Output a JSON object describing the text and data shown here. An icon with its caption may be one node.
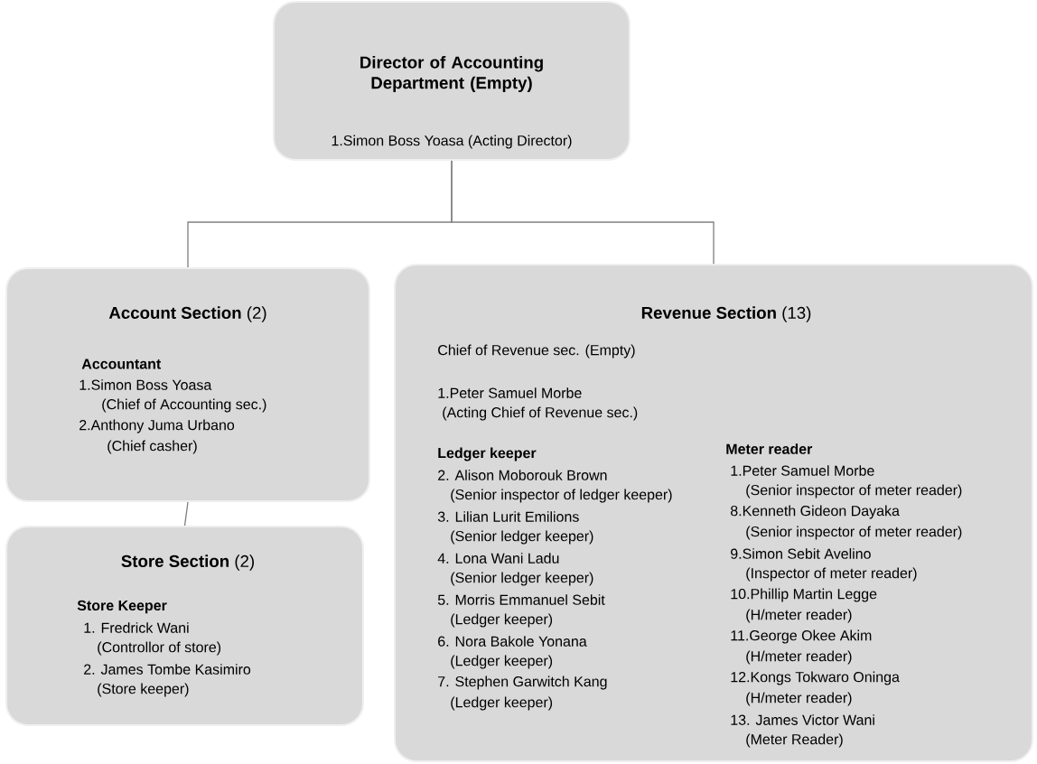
{
  "diagram": {
    "nodes": [
      {
        "text": [
          "Director of Accounting Department (Empty)",
          "1.Simon Boss Yoasa (Acting Director)"
        ]
      },
      {
        "text": [
          "**Account Section** (2)",
          "Accountant",
          "1.Simon Boss Yoasa",
          "(Chief of Accounting sec.)",
          "2.Anthony Juma Urbano",
          "(Chief casher)"
        ]
      },
      {
        "text": [
          "**Store Section** (2)",
          "Store Keeper",
          "1. Fredrick Wani",
          "(Controllor of store)",
          "2. James Tombe Kasimiro",
          "(Store keeper)"
        ]
      },
      {
        "text": [
          "**Revenue Section** (13)",
          "Chief of Revenue sec. (Empty)",
          "1.Peter Samuel Morbe",
          "(Acting Chief of Revenue sec.)",
          "Ledger keeper",
          "2. Alison Moborouk Brown",
          "(Senior inspector of ledger keeper)",
          "3. Lilian Lurit Emilions",
          "(Senior ledger keeper)",
          "4. Lona Wani Ladu",
          "(Senior ledger keeper)",
          "5. Morris Emmanuel Sebit",
          "(Ledger keeper)",
          "6. Nora Bakole Yonana",
          "(Ledger keeper)",
          "7. Stephen Garwitch Kang",
          "(Ledger keeper)",
          "Meter reader",
          "1.Peter Samuel Morbe",
          "(Senior inspector of meter reader)",
          "8.Kenneth Gideon Dayaka",
          "(Senior inspector of meter reader)",
          "9.Simon Sebit Avelino",
          "(Inspector of meter reader)",
          "10.Phillip Martin Legge",
          "(H/meter reader)",
          "11.George Okee Akim",
          "(H/meter reader)",
          "12.Kongs Tokwaro Oninga",
          "(H/meter reader)",
          "13. James Victor Wani",
          "(Meter Reader)"
        ]
      }
    ],
    "edges": [
      {
        "from": 0,
        "to": 1,
        "arrow": "none"
      },
      {
        "from": 0,
        "to": 3,
        "arrow": "none"
      },
      {
        "from": 1,
        "to": 2,
        "arrow": "none"
      }
    ]
  }
}
